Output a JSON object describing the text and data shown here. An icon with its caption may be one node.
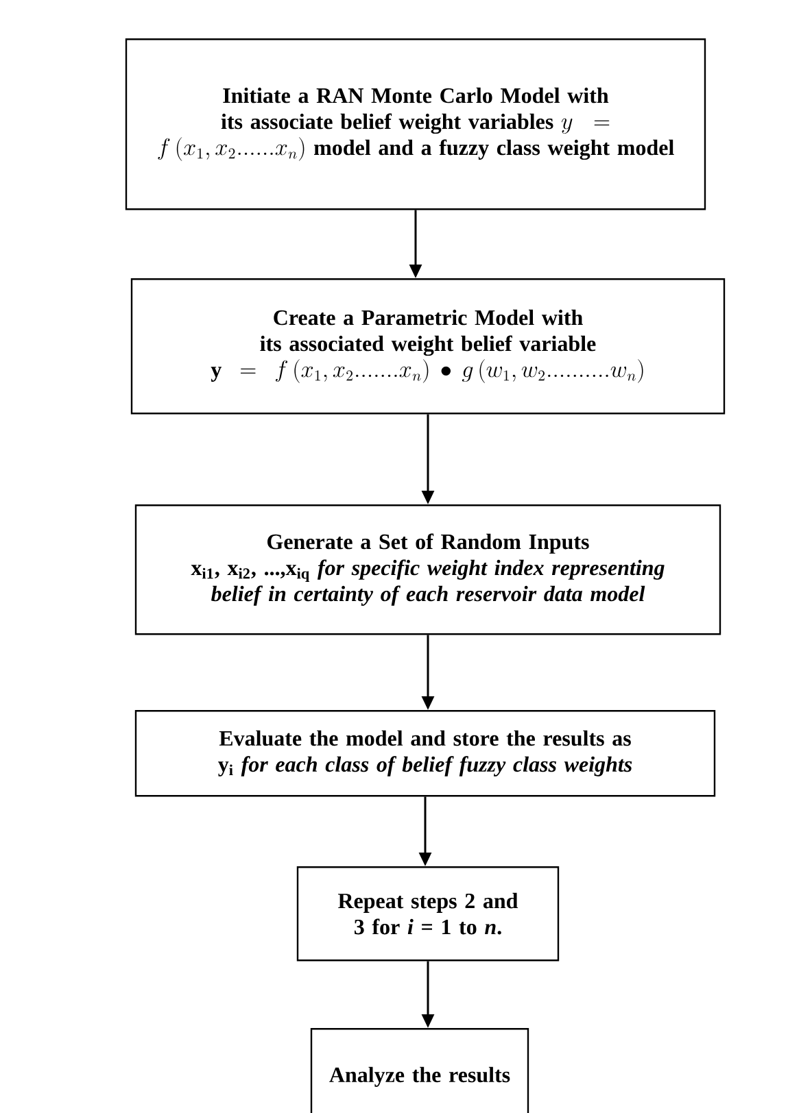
{
  "diagram": {
    "nodes": [
      {
        "text": [
          "Initiate a RAN Monte Carlo Model with its associate belief weight variables",
          "y = f\\left(x_{1}, x_{2}......x_{n}\\right)",
          "model and a fuzzy class weight model"
        ]
      },
      {
        "text": [
          "Create a Parametric Model with its associated weight belief variable",
          "\\mathbf{y} = f\\left(x_{1}, x_{2}.......x_{n}\\right) \\bullet g\\left(w_{1}, w_{2}..........w_{n}\\right)"
        ]
      },
      {
        "text": [
          "Generate a Set of Random Inputs",
          "x$_{i1}$, x$_{i2}$, ...,x$_{iq}$ *for specific weight index representing belief in certainty of each reservoir data model*"
        ]
      },
      {
        "text": [
          "Evaluate the model and store the results as y$_{i}$ *for each class of belief fuzzy class weights*"
        ]
      },
      {
        "text": [
          "Repeat steps 2 and 3 for *i* = 1 to *n*."
        ]
      },
      {
        "text": [
          "Analyze the results"
        ]
      }
    ],
    "edges": [
      {
        "from": 0,
        "to": 1,
        "arrow": "to"
      },
      {
        "from": 1,
        "to": 2,
        "arrow": "to"
      },
      {
        "from": 2,
        "to": 3,
        "arrow": "to"
      },
      {
        "from": 3,
        "to": 4,
        "arrow": "to"
      },
      {
        "from": 4,
        "to": 5,
        "arrow": "to"
      }
    ]
  }
}
